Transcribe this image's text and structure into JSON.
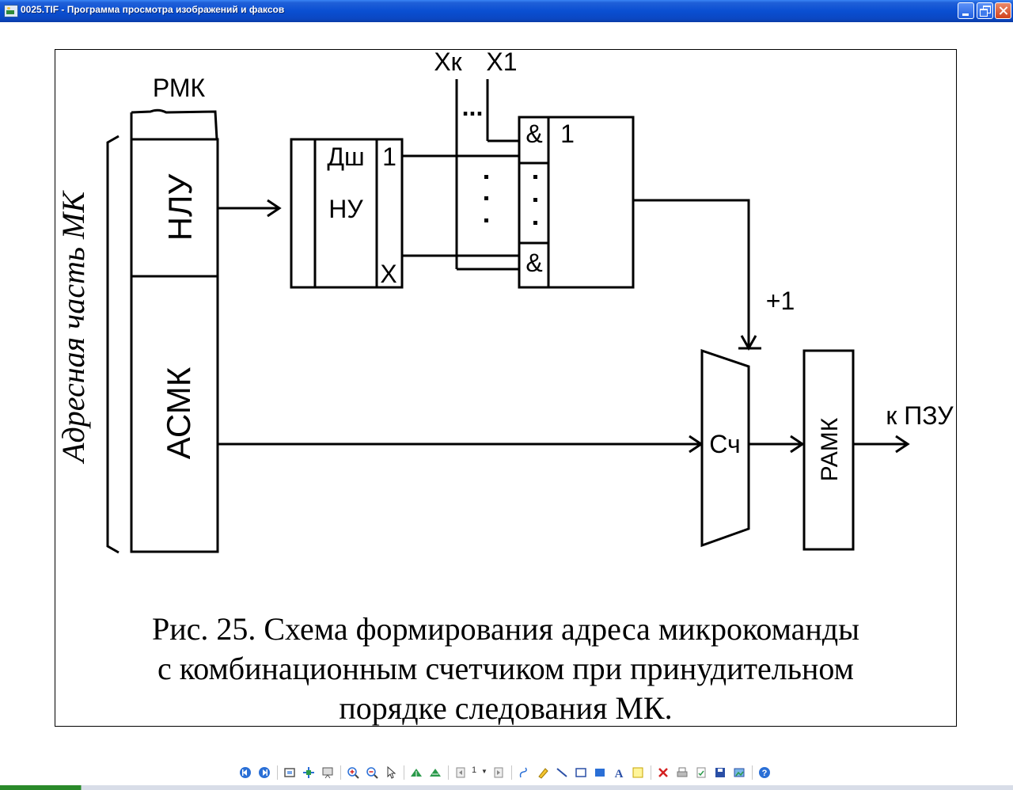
{
  "window": {
    "title": "0025.TIF - Программа просмотра изображений и факсов"
  },
  "diagram": {
    "side_label": "Адресная часть МК",
    "register_label": "РМК",
    "field_nlu": "НЛУ",
    "field_asmk": "АСМК",
    "decoder_top": "Дш",
    "decoder_mid": "НУ",
    "decoder_out_first": "1",
    "decoder_out_last": "X",
    "input_xk": "Xк",
    "input_x1": "X1",
    "dots_top": "...",
    "and_symbol": "&",
    "or_symbol": "1",
    "plus_one": "+1",
    "counter_label": "Сч",
    "ramk_label": "РАМК",
    "output_label": "к ПЗУ"
  },
  "caption": {
    "line1": "Рис. 25. Схема формирования адреса микрокоманды",
    "line2": "с комбинационным счетчиком при принудительном",
    "line3": "порядке следования МК."
  },
  "toolbar": {
    "page_number": "1",
    "icons": [
      "previous-image-icon",
      "next-image-icon",
      "best-fit-icon",
      "actual-size-icon",
      "slideshow-icon",
      "zoom-in-icon",
      "zoom-out-icon",
      "pointer-icon",
      "rotate-clockwise-icon",
      "rotate-counterclockwise-icon",
      "previous-page-icon",
      "next-page-icon",
      "freehand-icon",
      "highlighter-icon",
      "line-icon",
      "frame-icon",
      "filled-rectangle-icon",
      "text-icon",
      "note-icon",
      "delete-icon",
      "print-icon",
      "copy-icon",
      "save-icon",
      "edit-icon",
      "help-icon"
    ]
  },
  "colors": {
    "titlebar": "#0a4fd2",
    "nav_blue": "#2a6fd6",
    "rotate_green": "#2a9a4a",
    "delete_red": "#d42020"
  }
}
